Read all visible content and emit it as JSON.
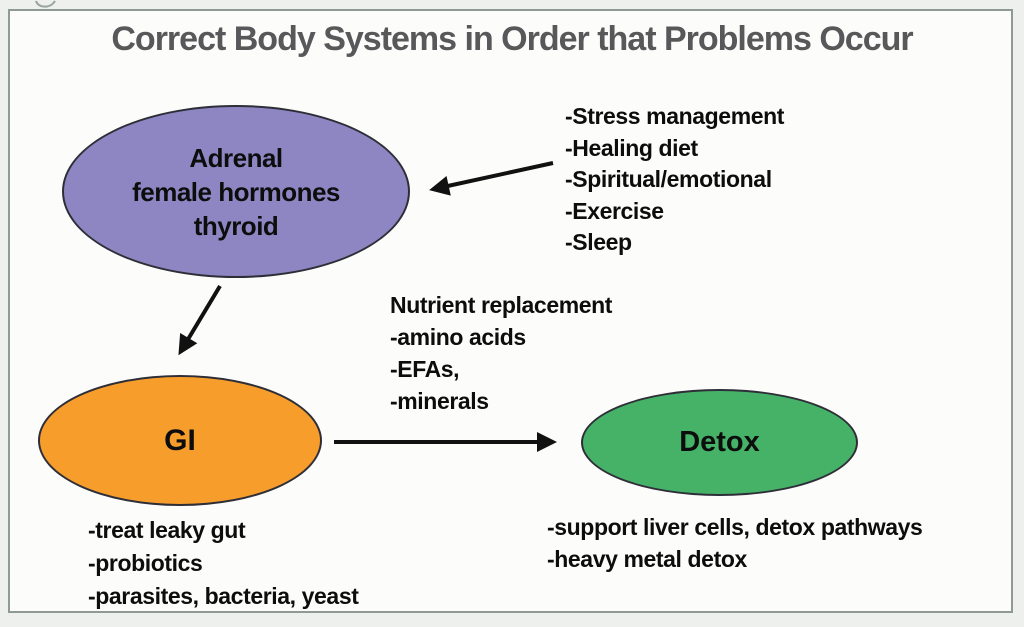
{
  "colors": {
    "page_bg": "#edf0ec",
    "frame_bg": "#fcfcfa",
    "frame_border": "#8e9a92",
    "title": "#58585a",
    "text": "#0d0d0d",
    "node_border": "#2e2e38",
    "arrow": "#111111"
  },
  "title": {
    "text": "Correct Body Systems in Order that Problems Occur"
  },
  "nodes": {
    "adrenal": {
      "lines": [
        "Adrenal",
        "female hormones",
        "thyroid"
      ],
      "fill": "#8d86c3"
    },
    "gi": {
      "label": "GI",
      "fill": "#f79d2b"
    },
    "detox": {
      "label": "Detox",
      "fill": "#45b268"
    }
  },
  "annotations": {
    "adrenal_support": {
      "lines": [
        "-Stress management",
        "-Healing diet",
        "-Spiritual/emotional",
        "-Exercise",
        "-Sleep"
      ]
    },
    "nutrient_replacement": {
      "lines": [
        "Nutrient replacement",
        "-amino acids",
        "-EFAs,",
        "-minerals"
      ]
    },
    "gi_treatments": {
      "lines": [
        "-treat leaky gut",
        "-probiotics",
        "-parasites, bacteria, yeast"
      ]
    },
    "detox_treatments": {
      "lines": [
        "-support liver cells, detox pathways",
        "-heavy metal detox"
      ]
    }
  }
}
